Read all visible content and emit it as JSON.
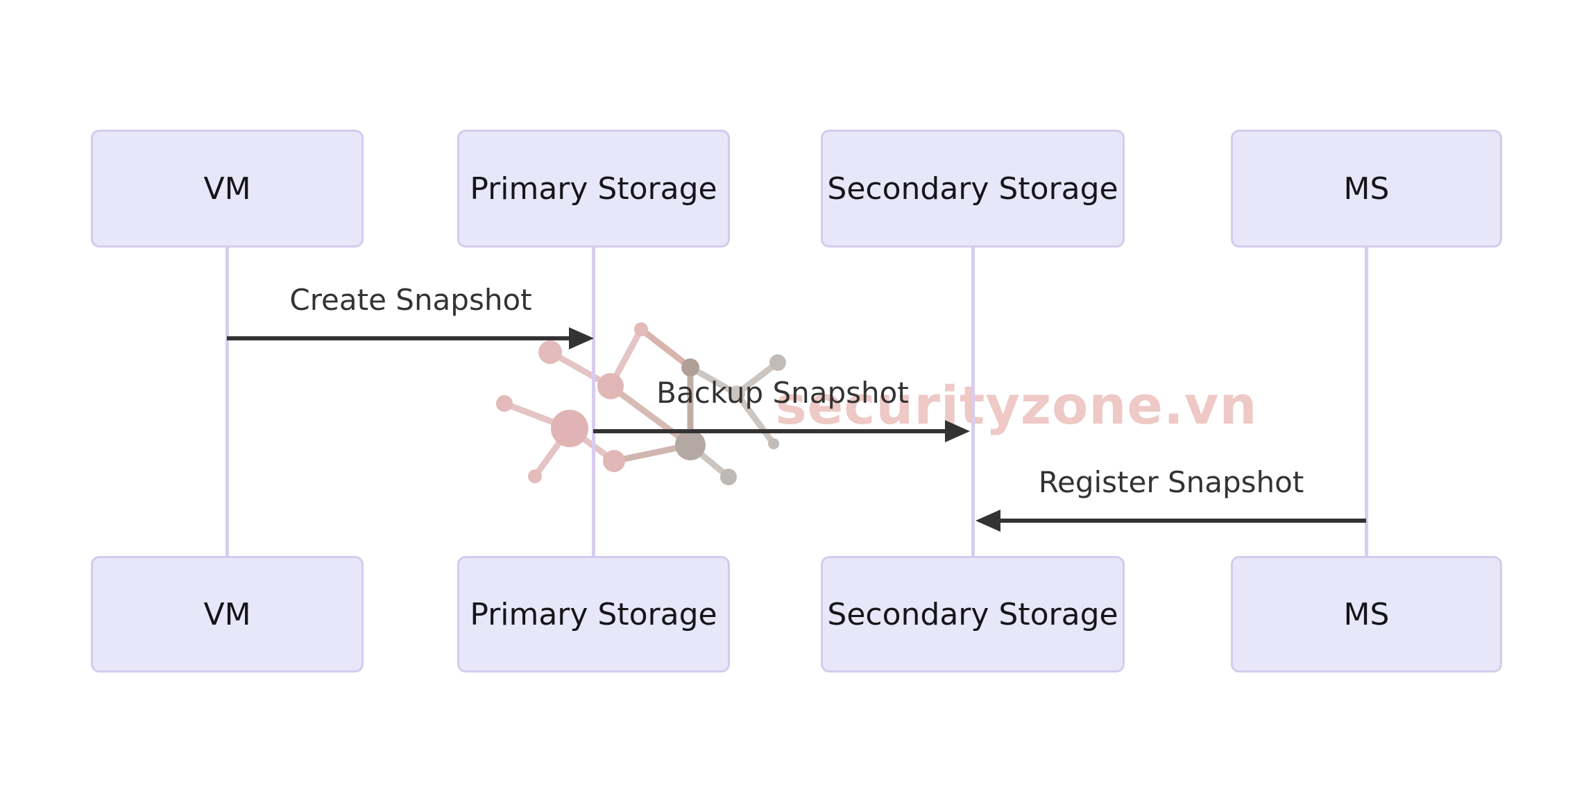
{
  "diagram": {
    "type": "sequence-diagram",
    "actors": [
      {
        "id": "vm",
        "label": "VM"
      },
      {
        "id": "primary-storage",
        "label": "Primary Storage"
      },
      {
        "id": "secondary-storage",
        "label": "Secondary Storage"
      },
      {
        "id": "ms",
        "label": "MS"
      }
    ],
    "messages": [
      {
        "label": "Create Snapshot",
        "from": "vm",
        "to": "primary-storage",
        "direction": "right"
      },
      {
        "label": "Backup Snapshot",
        "from": "primary-storage",
        "to": "secondary-storage",
        "direction": "right"
      },
      {
        "label": "Register Snapshot",
        "from": "ms",
        "to": "secondary-storage",
        "direction": "left"
      }
    ],
    "watermark": {
      "text": "securityzone.vn",
      "logo": "network-molecule-icon"
    },
    "colors": {
      "background": "#ffffff",
      "actor_fill": "#e8e7f9",
      "actor_border": "#d4cbec",
      "actor_text": "#15151a",
      "lifeline": "#d8cdf0",
      "message": "#333333",
      "watermark_text": "#eec9c6",
      "watermark_pink": "#e3bbbb",
      "watermark_gray": "#c2bcb8"
    }
  }
}
